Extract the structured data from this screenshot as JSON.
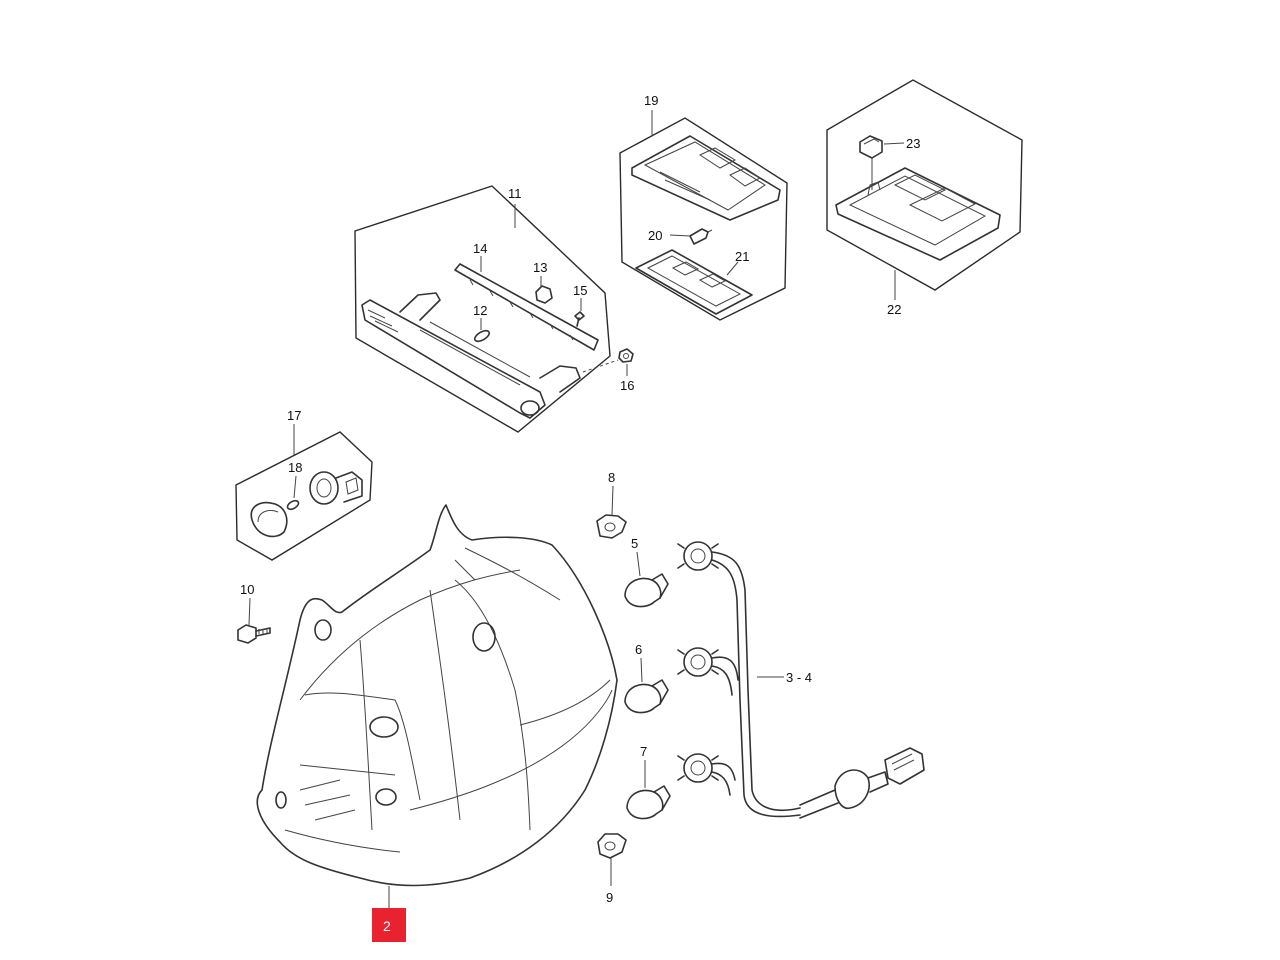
{
  "callouts": {
    "c2": "2",
    "c3_4": "3 - 4",
    "c5": "5",
    "c6": "6",
    "c7": "7",
    "c8": "8",
    "c9": "9",
    "c10": "10",
    "c11": "11",
    "c12": "12",
    "c13": "13",
    "c14": "14",
    "c15": "15",
    "c16": "16",
    "c17": "17",
    "c18": "18",
    "c19": "19",
    "c20": "20",
    "c21": "21",
    "c22": "22",
    "c23": "23"
  },
  "highlight": {
    "part": "2",
    "color": "#e8232f"
  },
  "colors": {
    "line": "#333333",
    "background": "#ffffff"
  }
}
